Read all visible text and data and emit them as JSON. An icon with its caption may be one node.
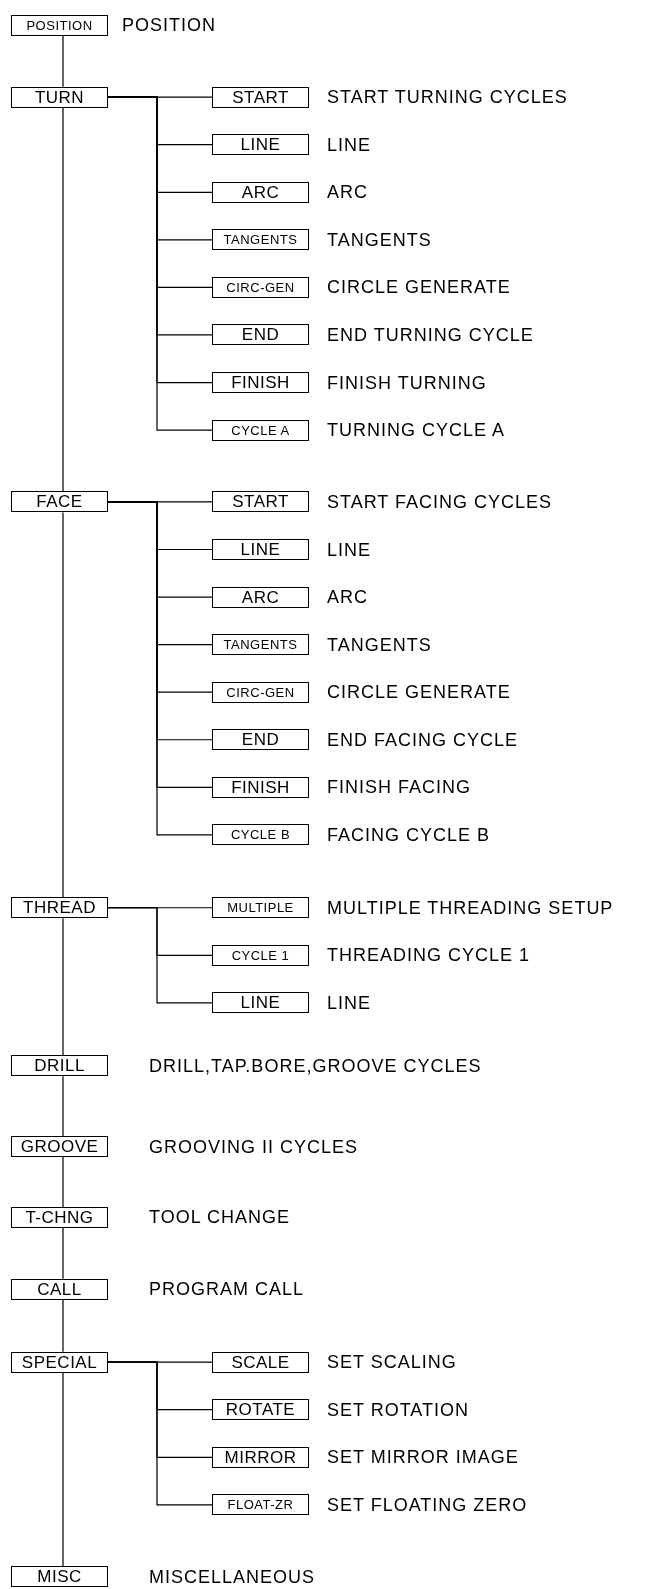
{
  "diagram": {
    "nodes": [
      {
        "text": [
          "POSITION"
        ],
        "beside": [
          "POSITION"
        ]
      },
      {
        "text": [
          "TURN"
        ]
      },
      {
        "text": [
          "START"
        ],
        "beside": [
          "START TURNING CYCLES"
        ]
      },
      {
        "text": [
          "LINE"
        ],
        "beside": [
          "LINE"
        ]
      },
      {
        "text": [
          "ARC"
        ],
        "beside": [
          "ARC"
        ]
      },
      {
        "text": [
          "TANGENTS"
        ],
        "beside": [
          "TANGENTS"
        ]
      },
      {
        "text": [
          "CIRC-GEN"
        ],
        "beside": [
          "CIRCLE GENERATE"
        ]
      },
      {
        "text": [
          "END"
        ],
        "beside": [
          "END TURNING CYCLE"
        ]
      },
      {
        "text": [
          "FINISH"
        ],
        "beside": [
          "FINISH TURNING"
        ]
      },
      {
        "text": [
          "CYCLE A"
        ],
        "beside": [
          "TURNING CYCLE A"
        ]
      },
      {
        "text": [
          "FACE"
        ]
      },
      {
        "text": [
          "START"
        ],
        "beside": [
          "START FACING CYCLES"
        ]
      },
      {
        "text": [
          "LINE"
        ],
        "beside": [
          "LINE"
        ]
      },
      {
        "text": [
          "ARC"
        ],
        "beside": [
          "ARC"
        ]
      },
      {
        "text": [
          "TANGENTS"
        ],
        "beside": [
          "TANGENTS"
        ]
      },
      {
        "text": [
          "CIRC-GEN"
        ],
        "beside": [
          "CIRCLE GENERATE"
        ]
      },
      {
        "text": [
          "END"
        ],
        "beside": [
          "END FACING CYCLE"
        ]
      },
      {
        "text": [
          "FINISH"
        ],
        "beside": [
          "FINISH FACING"
        ]
      },
      {
        "text": [
          "CYCLE B"
        ],
        "beside": [
          "FACING CYCLE B"
        ]
      },
      {
        "text": [
          "THREAD"
        ]
      },
      {
        "text": [
          "MULTIPLE"
        ],
        "beside": [
          "MULTIPLE THREADING SETUP"
        ]
      },
      {
        "text": [
          "CYCLE 1"
        ],
        "beside": [
          "THREADING CYCLE 1"
        ]
      },
      {
        "text": [
          "LINE"
        ],
        "beside": [
          "LINE"
        ]
      },
      {
        "text": [
          "DRILL"
        ],
        "beside": [
          "DRILL,TAP.BORE,GROOVE CYCLES"
        ]
      },
      {
        "text": [
          "GROOVE"
        ],
        "beside": [
          "GROOVING II CYCLES"
        ]
      },
      {
        "text": [
          "T-CHNG"
        ],
        "beside": [
          "TOOL CHANGE"
        ]
      },
      {
        "text": [
          "CALL"
        ],
        "beside": [
          "PROGRAM CALL"
        ]
      },
      {
        "text": [
          "SPECIAL"
        ]
      },
      {
        "text": [
          "SCALE"
        ],
        "beside": [
          "SET SCALING"
        ]
      },
      {
        "text": [
          "ROTATE"
        ],
        "beside": [
          "SET ROTATION"
        ]
      },
      {
        "text": [
          "MIRROR"
        ],
        "beside": [
          "SET MIRROR IMAGE"
        ]
      },
      {
        "text": [
          "FLOAT-ZR"
        ],
        "beside": [
          "SET FLOATING ZERO"
        ]
      },
      {
        "text": [
          "MISC"
        ],
        "beside": [
          "MISCELLANEOUS"
        ]
      }
    ],
    "edges": [
      {
        "from": 0,
        "to": 1,
        "arrow": "none"
      },
      {
        "from": 1,
        "to": 10,
        "arrow": "none"
      },
      {
        "from": 10,
        "to": 19,
        "arrow": "none"
      },
      {
        "from": 19,
        "to": 23,
        "arrow": "none"
      },
      {
        "from": 23,
        "to": 24,
        "arrow": "none"
      },
      {
        "from": 24,
        "to": 25,
        "arrow": "none"
      },
      {
        "from": 25,
        "to": 26,
        "arrow": "none"
      },
      {
        "from": 26,
        "to": 27,
        "arrow": "none"
      },
      {
        "from": 27,
        "to": 32,
        "arrow": "none"
      },
      {
        "from": 1,
        "to": 2,
        "arrow": "none"
      },
      {
        "from": 1,
        "to": 3,
        "arrow": "none"
      },
      {
        "from": 1,
        "to": 4,
        "arrow": "none"
      },
      {
        "from": 1,
        "to": 5,
        "arrow": "none"
      },
      {
        "from": 1,
        "to": 6,
        "arrow": "none"
      },
      {
        "from": 1,
        "to": 7,
        "arrow": "none"
      },
      {
        "from": 1,
        "to": 8,
        "arrow": "none"
      },
      {
        "from": 1,
        "to": 9,
        "arrow": "none"
      },
      {
        "from": 10,
        "to": 11,
        "arrow": "none"
      },
      {
        "from": 10,
        "to": 12,
        "arrow": "none"
      },
      {
        "from": 10,
        "to": 13,
        "arrow": "none"
      },
      {
        "from": 10,
        "to": 14,
        "arrow": "none"
      },
      {
        "from": 10,
        "to": 15,
        "arrow": "none"
      },
      {
        "from": 10,
        "to": 16,
        "arrow": "none"
      },
      {
        "from": 10,
        "to": 17,
        "arrow": "none"
      },
      {
        "from": 10,
        "to": 18,
        "arrow": "none"
      },
      {
        "from": 19,
        "to": 20,
        "arrow": "none"
      },
      {
        "from": 19,
        "to": 21,
        "arrow": "none"
      },
      {
        "from": 19,
        "to": 22,
        "arrow": "none"
      },
      {
        "from": 27,
        "to": 28,
        "arrow": "none"
      },
      {
        "from": 27,
        "to": 29,
        "arrow": "none"
      },
      {
        "from": 27,
        "to": 30,
        "arrow": "none"
      },
      {
        "from": 27,
        "to": 31,
        "arrow": "none"
      }
    ]
  }
}
